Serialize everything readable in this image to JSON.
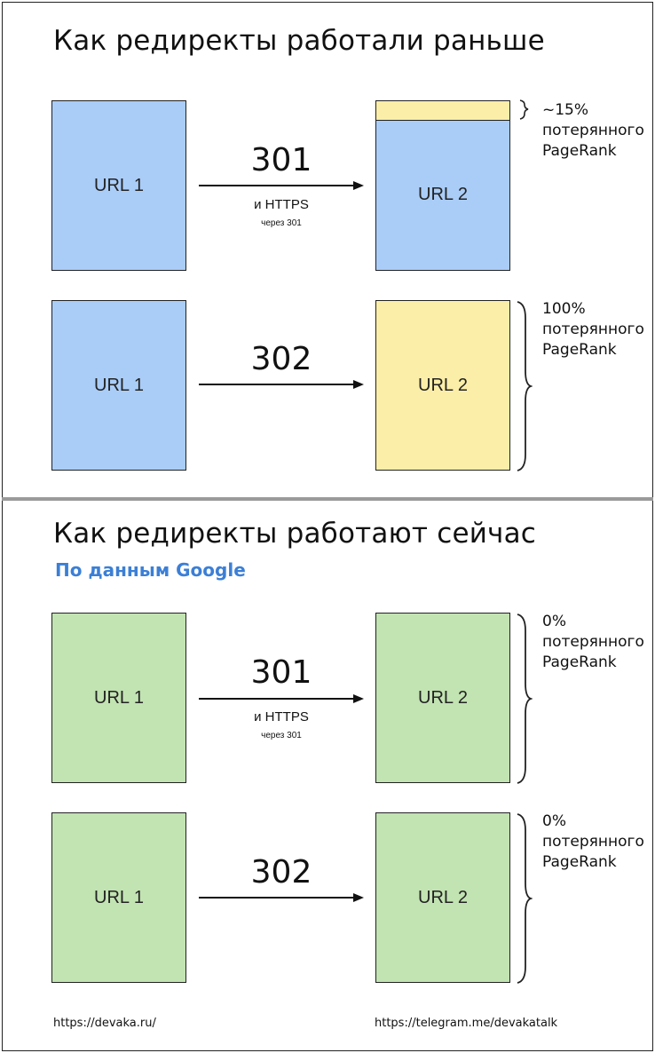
{
  "sections": [
    {
      "title": "Как редиректы работали раньше",
      "subtitle": "",
      "rows": [
        {
          "code": "301",
          "via_main": "и HTTPS",
          "via_sub": "через 301",
          "source": {
            "label": "URL 1",
            "color": "#aacdf8"
          },
          "target": {
            "label": "URL 2",
            "color": "#aacdf8",
            "lost_share_color": "#fbeea8"
          },
          "loss": {
            "percent": "~15%",
            "line1": "потерянного",
            "line2": "PageRank"
          }
        },
        {
          "code": "302",
          "via_main": "",
          "via_sub": "",
          "source": {
            "label": "URL 1",
            "color": "#aacdf8"
          },
          "target": {
            "label": "URL 2",
            "color": "#fbeea8"
          },
          "loss": {
            "percent": "100%",
            "line1": "потерянного",
            "line2": "PageRank"
          }
        }
      ]
    },
    {
      "title": "Как редиректы работают сейчас",
      "subtitle": "По данным Google",
      "rows": [
        {
          "code": "301",
          "via_main": "и HTTPS",
          "via_sub": "через 301",
          "source": {
            "label": "URL 1",
            "color": "#c2e3b2"
          },
          "target": {
            "label": "URL 2",
            "color": "#c2e3b2"
          },
          "loss": {
            "percent": "0%",
            "line1": "потерянного",
            "line2": "PageRank"
          }
        },
        {
          "code": "302",
          "via_main": "",
          "via_sub": "",
          "source": {
            "label": "URL 1",
            "color": "#c2e3b2"
          },
          "target": {
            "label": "URL 2",
            "color": "#c2e3b2"
          },
          "loss": {
            "percent": "0%",
            "line1": "потерянного",
            "line2": "PageRank"
          }
        }
      ]
    }
  ],
  "footer": {
    "left_link": "https://devaka.ru/",
    "right_link": "https://telegram.me/devakatalk"
  },
  "colors": {
    "before_source": "#aacdf8",
    "lost_pagerank": "#fbeea8",
    "now_boxes": "#c2e3b2",
    "subtitle_accent": "#3b7fd6"
  }
}
